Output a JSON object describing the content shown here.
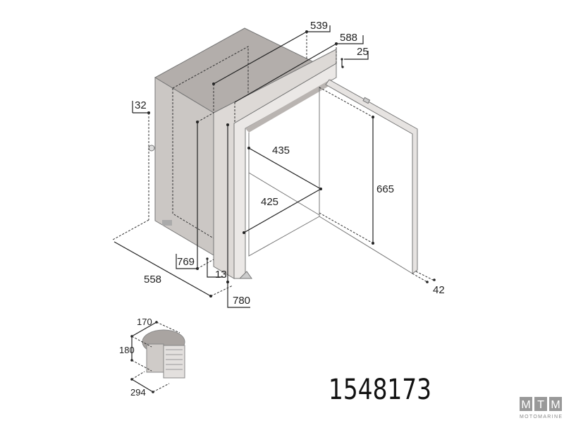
{
  "dimensions": {
    "d539": "539",
    "d588": "588",
    "d25": "25",
    "d32": "32",
    "d435": "435",
    "d665": "665",
    "d425": "425",
    "d769": "769",
    "d13": "13",
    "d558": "558",
    "d780": "780",
    "d42": "42",
    "d170": "170",
    "d180": "180",
    "d294": "294"
  },
  "product_code": "1548173",
  "logo": {
    "letters": "MTM",
    "name": "MOTOMARINE"
  },
  "colors": {
    "cabinet_top": "#b3aeab",
    "cabinet_side": "#cbc7c4",
    "frame": "#e6e3e1",
    "line": "#222222"
  }
}
